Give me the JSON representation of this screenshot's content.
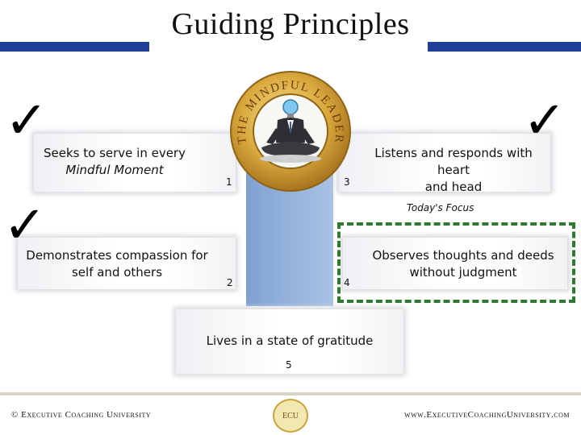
{
  "header": {
    "title": "Guiding Principles"
  },
  "logo": {
    "ring_text": "THE MINDFUL LEADER"
  },
  "principles": [
    {
      "number": "1",
      "text_line1": "Seeks to serve in every",
      "text_line2": "Mindful Moment"
    },
    {
      "number": "2",
      "text_line1": "Demonstrates compassion for",
      "text_line2": "self and others"
    },
    {
      "number": "3",
      "text_line1": "Listens and responds with heart",
      "text_line2": "and head"
    },
    {
      "number": "4",
      "text_line1": "Observes thoughts and deeds",
      "text_line2": "without judgment"
    },
    {
      "number": "5",
      "text_line1": "Lives in a state of gratitude",
      "text_line2": ""
    }
  ],
  "focus": {
    "label": "Today's Focus"
  },
  "footer": {
    "left_text": "© Executive Coaching University",
    "right_text": "www.ExecutiveCoachingUniversity.com",
    "seal_text": "ECU"
  },
  "colors": {
    "title_bar": "#1f3f9b",
    "column": "#8eaedc",
    "focus_border": "#2e7a2e",
    "medallion_gold": "#c9a43f"
  }
}
